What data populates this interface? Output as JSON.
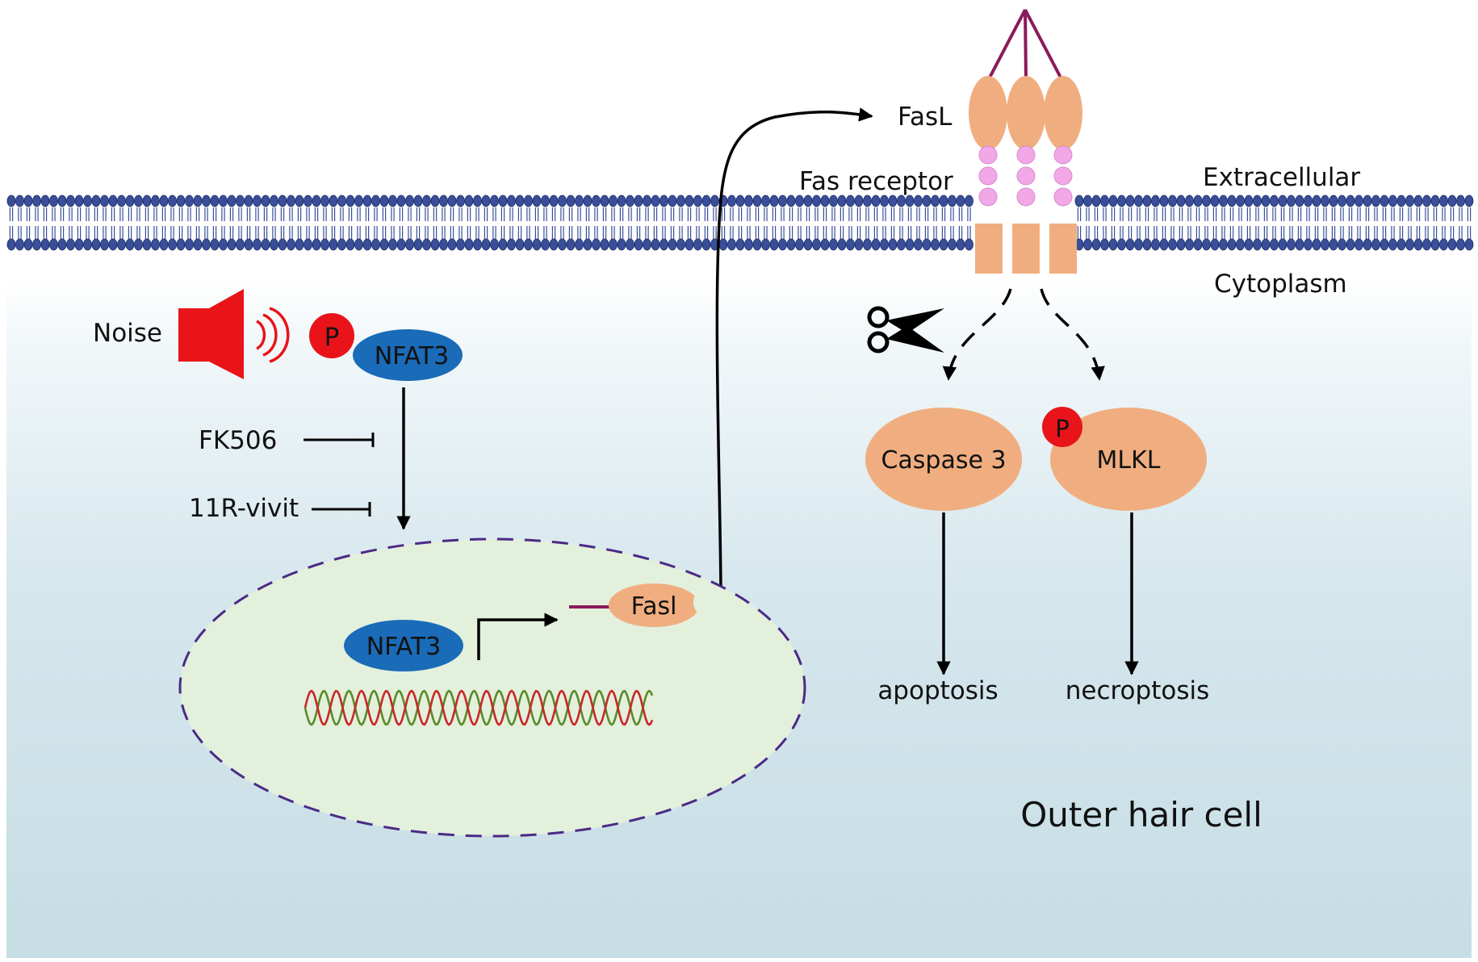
{
  "labels": {
    "fasl_ligand": "FasL",
    "fas_receptor": "Fas receptor",
    "extracellular": "Extracellular",
    "cytoplasm": "Cytoplasm",
    "noise": "Noise",
    "phospho": "P",
    "nfat3_cyto": "NFAT3",
    "fk506": "FK506",
    "vivit": "11R-vivit",
    "nfat3_nucleus": "NFAT3",
    "fasl_gene": "Fasl",
    "caspase3": "Caspase 3",
    "mlkl": "MLKL",
    "apoptosis": "apoptosis",
    "necroptosis": "necroptosis",
    "cell_type": "Outer hair cell"
  },
  "icons": {
    "noise": "speaker-icon",
    "cleavage": "scissors-icon"
  },
  "colors": {
    "membrane_head": "#3a4f9a",
    "cyto_gradient_top": "#ffffff",
    "cyto_gradient_bottom": "#c6dde4",
    "nucleus_fill": "#e3f0dc",
    "nucleus_border": "#4b2a86",
    "nfat3": "#1a6bb8",
    "phospho": "#e8141a",
    "protein": "#f0ae80",
    "receptor_bead": "#f2a8e6",
    "ligand_stalk": "#8b1a5a",
    "noise_red": "#e8141a",
    "dna_green": "#5a8a2a",
    "dna_red": "#c62828"
  }
}
